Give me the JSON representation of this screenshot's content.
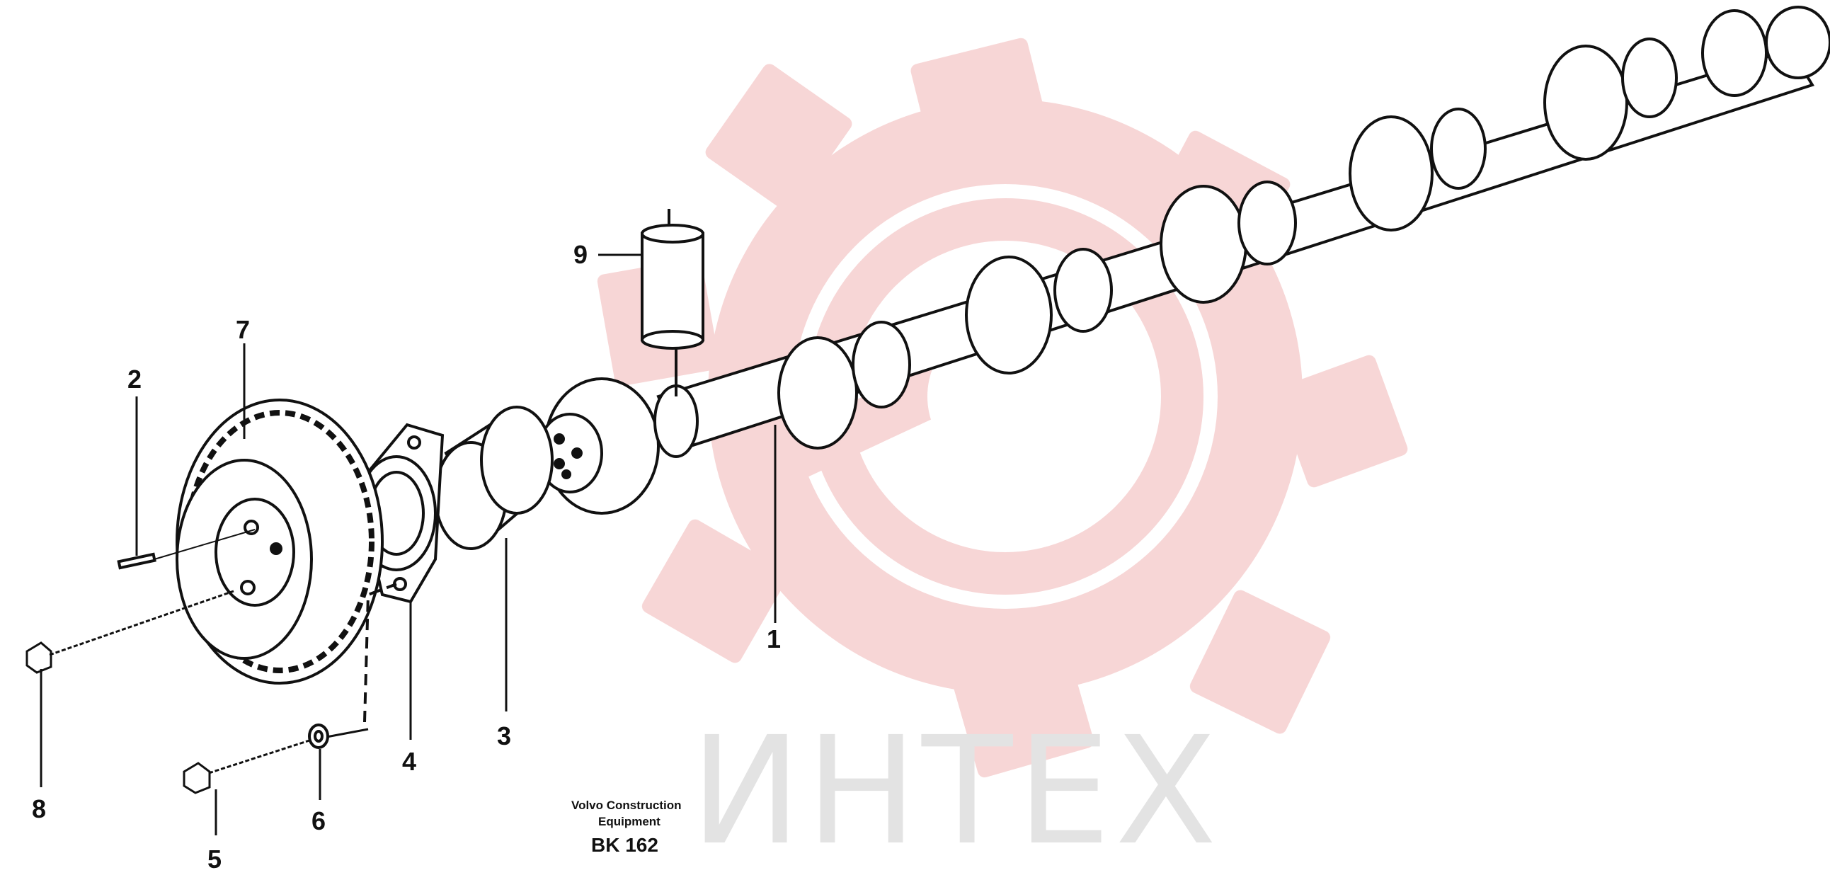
{
  "diagram": {
    "callouts": [
      "1",
      "2",
      "3",
      "4",
      "5",
      "6",
      "7",
      "8",
      "9"
    ],
    "caption": {
      "line1": "Volvo Construction",
      "line2": "Equipment",
      "code": "BK 162"
    },
    "watermark": {
      "text": "ИНТЕХ",
      "color": "#f2c7c7"
    }
  }
}
